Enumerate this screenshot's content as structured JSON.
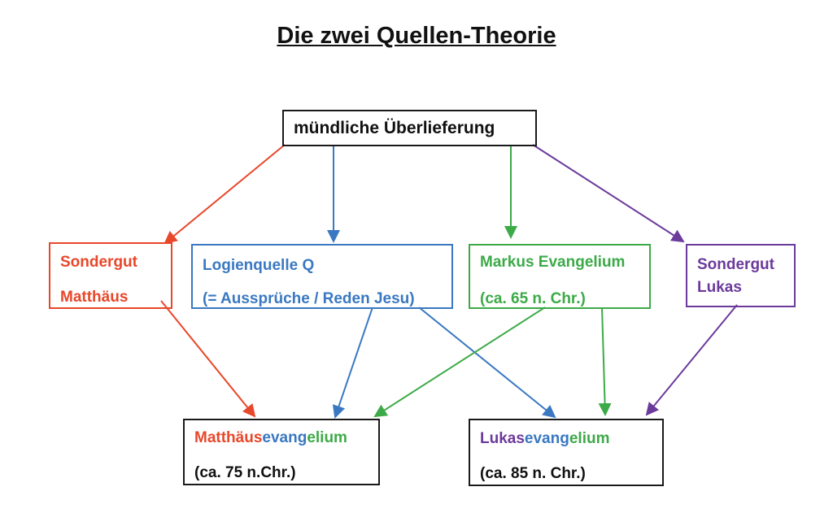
{
  "title": "Die zwei Quellen-Theorie",
  "colors": {
    "orange": "#E8472A",
    "blue": "#3A78C2",
    "green": "#3DAA48",
    "purple": "#6B3A9B",
    "black": "#1a1a1a"
  },
  "nodes": {
    "oral": {
      "label": "mündliche Überlieferung"
    },
    "sg_matthew": {
      "line1": "Sondergut",
      "line2": "Matthäus"
    },
    "q": {
      "line1": "Logienquelle Q",
      "line2": "(= Aussprüche / Reden Jesu)"
    },
    "mark": {
      "line1": "Markus Evangelium",
      "line2": "(ca. 65 n. Chr.)"
    },
    "sg_luke": {
      "line1": "Sondergut",
      "line2": "Lukas"
    },
    "matthew": {
      "part1": "Matthäus",
      "part2": "evang",
      "part3": "elium",
      "date": "(ca. 75 n.Chr.)"
    },
    "luke": {
      "part1": "Lukas",
      "part2": "evang",
      "part3": "elium",
      "date": "(ca. 85 n. Chr.)"
    }
  }
}
